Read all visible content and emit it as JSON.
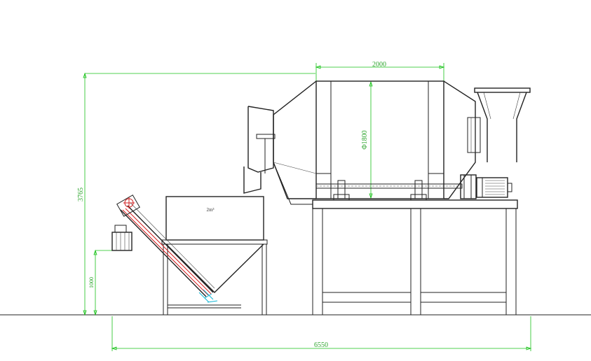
{
  "dimensions": {
    "width_top": "2000",
    "drum_diameter": "Φ1800",
    "total_height": "3765",
    "small_height": "1000",
    "total_length": "6550"
  },
  "hopper": {
    "volume": "2m³"
  },
  "colors": {
    "dimension_line": "#19c219",
    "dimension_text": "#2fa52f",
    "outline": "#222222",
    "screw_highlight": "#d21e1e",
    "outlet_highlight": "#10b6d6"
  }
}
